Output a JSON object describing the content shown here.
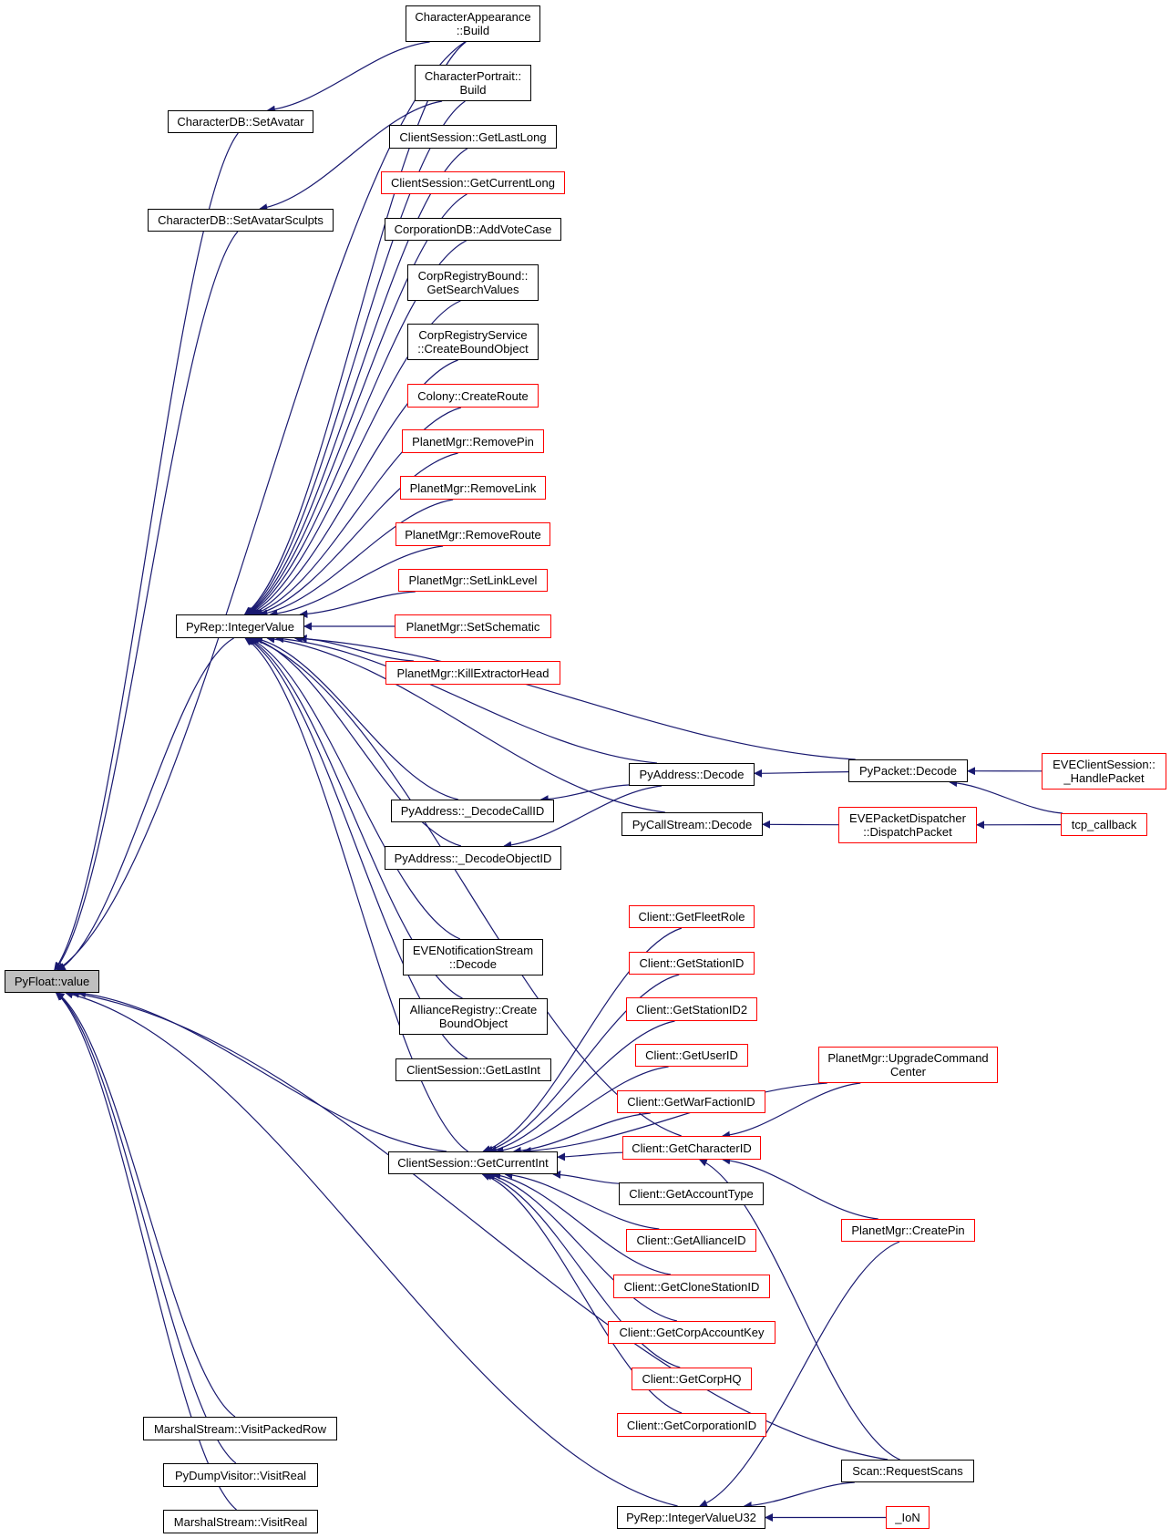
{
  "graph": {
    "title": "Caller graph: PyFloat::value",
    "colors": {
      "edge": "#191970",
      "node_border": "#000000",
      "node_border_partial": "#ff0000",
      "root_fill": "#bfbfbf"
    },
    "nodes": [
      {
        "id": "pyfloat_value",
        "label": "PyFloat::value",
        "style": "root"
      },
      {
        "id": "chardb_setavatar",
        "label": "CharacterDB::SetAvatar",
        "style": "black"
      },
      {
        "id": "chardb_setavatarsculpts",
        "label": "CharacterDB::SetAvatarSculpts",
        "style": "black"
      },
      {
        "id": "pyrep_integervalue",
        "label": "PyRep::IntegerValue",
        "style": "black"
      },
      {
        "id": "charappearance_build",
        "label": "CharacterAppearance\n::Build",
        "style": "black"
      },
      {
        "id": "charportrait_build",
        "label": "CharacterPortrait::\nBuild",
        "style": "black"
      },
      {
        "id": "cs_getlastlong",
        "label": "ClientSession::GetLastLong",
        "style": "black"
      },
      {
        "id": "cs_getcurrentlong",
        "label": "ClientSession::GetCurrentLong",
        "style": "red"
      },
      {
        "id": "corpdb_addvotecase",
        "label": "CorporationDB::AddVoteCase",
        "style": "black"
      },
      {
        "id": "corpregbound_getsearchvalues",
        "label": "CorpRegistryBound::\nGetSearchValues",
        "style": "black"
      },
      {
        "id": "corpregservice_createboundobject",
        "label": "CorpRegistryService\n::CreateBoundObject",
        "style": "black"
      },
      {
        "id": "colony_createroute",
        "label": "Colony::CreateRoute",
        "style": "red"
      },
      {
        "id": "pm_removepin",
        "label": "PlanetMgr::RemovePin",
        "style": "red"
      },
      {
        "id": "pm_removelink",
        "label": "PlanetMgr::RemoveLink",
        "style": "red"
      },
      {
        "id": "pm_removeroute",
        "label": "PlanetMgr::RemoveRoute",
        "style": "red"
      },
      {
        "id": "pm_setlinklevel",
        "label": "PlanetMgr::SetLinkLevel",
        "style": "red"
      },
      {
        "id": "pm_setschematic",
        "label": "PlanetMgr::SetSchematic",
        "style": "red"
      },
      {
        "id": "pm_killextractorhead",
        "label": "PlanetMgr::KillExtractorHead",
        "style": "red"
      },
      {
        "id": "pyaddress_decode",
        "label": "PyAddress::Decode",
        "style": "black"
      },
      {
        "id": "pyaddress_decodecallid",
        "label": "PyAddress::_DecodeCallID",
        "style": "black"
      },
      {
        "id": "pyaddress_decodeobjectid",
        "label": "PyAddress::_DecodeObjectID",
        "style": "black"
      },
      {
        "id": "pycallstream_decode",
        "label": "PyCallStream::Decode",
        "style": "black"
      },
      {
        "id": "pypacket_decode",
        "label": "PyPacket::Decode",
        "style": "black"
      },
      {
        "id": "eveclientsession_handlepacket",
        "label": "EVEClientSession::\n_HandlePacket",
        "style": "red"
      },
      {
        "id": "evepacketdispatcher_dispatchpacket",
        "label": "EVEPacketDispatcher\n::DispatchPacket",
        "style": "red"
      },
      {
        "id": "tcp_callback",
        "label": "tcp_callback",
        "style": "red"
      },
      {
        "id": "evenotificationstream_decode",
        "label": "EVENotificationStream\n::Decode",
        "style": "black"
      },
      {
        "id": "allianceregistry_createboundobject",
        "label": "AllianceRegistry::Create\nBoundObject",
        "style": "black"
      },
      {
        "id": "cs_getlastint",
        "label": "ClientSession::GetLastInt",
        "style": "black"
      },
      {
        "id": "cs_getcurrentint",
        "label": "ClientSession::GetCurrentInt",
        "style": "black"
      },
      {
        "id": "client_getfleetrole",
        "label": "Client::GetFleetRole",
        "style": "red"
      },
      {
        "id": "client_getstationid",
        "label": "Client::GetStationID",
        "style": "red"
      },
      {
        "id": "client_getstationid2",
        "label": "Client::GetStationID2",
        "style": "red"
      },
      {
        "id": "client_getuserid",
        "label": "Client::GetUserID",
        "style": "red"
      },
      {
        "id": "client_getwarfactionid",
        "label": "Client::GetWarFactionID",
        "style": "red"
      },
      {
        "id": "client_getcharacterid",
        "label": "Client::GetCharacterID",
        "style": "red"
      },
      {
        "id": "client_getaccounttype",
        "label": "Client::GetAccountType",
        "style": "black"
      },
      {
        "id": "client_getallianceid",
        "label": "Client::GetAllianceID",
        "style": "red"
      },
      {
        "id": "client_getclonestationid",
        "label": "Client::GetCloneStationID",
        "style": "red"
      },
      {
        "id": "client_getcorpaccountkey",
        "label": "Client::GetCorpAccountKey",
        "style": "red"
      },
      {
        "id": "client_getcorphq",
        "label": "Client::GetCorpHQ",
        "style": "red"
      },
      {
        "id": "client_getcorporationid",
        "label": "Client::GetCorporationID",
        "style": "red"
      },
      {
        "id": "pm_upgradecommandcenter",
        "label": "PlanetMgr::UpgradeCommand\nCenter",
        "style": "red"
      },
      {
        "id": "pm_createpin",
        "label": "PlanetMgr::CreatePin",
        "style": "red"
      },
      {
        "id": "scan_requestscans",
        "label": "Scan::RequestScans",
        "style": "black"
      },
      {
        "id": "pyrep_integervalueu32",
        "label": "PyRep::IntegerValueU32",
        "style": "black"
      },
      {
        "id": "ion",
        "label": "_IoN",
        "style": "red"
      },
      {
        "id": "marshalstream_visitpackedrow",
        "label": "MarshalStream::VisitPackedRow",
        "style": "black"
      },
      {
        "id": "pydumpvisitor_visitreal",
        "label": "PyDumpVisitor::VisitReal",
        "style": "black"
      },
      {
        "id": "marshalstream_visitreal",
        "label": "MarshalStream::VisitReal",
        "style": "black"
      }
    ],
    "edges": [
      {
        "from": "charappearance_build",
        "to": "pyfloat_value"
      },
      {
        "from": "chardb_setavatar",
        "to": "pyfloat_value"
      },
      {
        "from": "chardb_setavatarsculpts",
        "to": "pyfloat_value"
      },
      {
        "from": "pyrep_integervalue",
        "to": "pyfloat_value"
      },
      {
        "from": "cs_getcurrentint",
        "to": "pyfloat_value"
      },
      {
        "from": "scan_requestscans",
        "to": "pyfloat_value"
      },
      {
        "from": "pyrep_integervalueu32",
        "to": "pyfloat_value"
      },
      {
        "from": "marshalstream_visitpackedrow",
        "to": "pyfloat_value"
      },
      {
        "from": "pydumpvisitor_visitreal",
        "to": "pyfloat_value"
      },
      {
        "from": "marshalstream_visitreal",
        "to": "pyfloat_value"
      },
      {
        "from": "charappearance_build",
        "to": "chardb_setavatar"
      },
      {
        "from": "charportrait_build",
        "to": "chardb_setavatarsculpts"
      },
      {
        "from": "charappearance_build",
        "to": "pyrep_integervalue"
      },
      {
        "from": "charportrait_build",
        "to": "pyrep_integervalue"
      },
      {
        "from": "cs_getlastlong",
        "to": "pyrep_integervalue"
      },
      {
        "from": "cs_getcurrentlong",
        "to": "pyrep_integervalue"
      },
      {
        "from": "corpdb_addvotecase",
        "to": "pyrep_integervalue"
      },
      {
        "from": "corpregbound_getsearchvalues",
        "to": "pyrep_integervalue"
      },
      {
        "from": "corpregservice_createboundobject",
        "to": "pyrep_integervalue"
      },
      {
        "from": "colony_createroute",
        "to": "pyrep_integervalue"
      },
      {
        "from": "pm_removepin",
        "to": "pyrep_integervalue"
      },
      {
        "from": "pm_removelink",
        "to": "pyrep_integervalue"
      },
      {
        "from": "pm_removeroute",
        "to": "pyrep_integervalue"
      },
      {
        "from": "pm_setlinklevel",
        "to": "pyrep_integervalue"
      },
      {
        "from": "pm_setschematic",
        "to": "pyrep_integervalue"
      },
      {
        "from": "pm_killextractorhead",
        "to": "pyrep_integervalue"
      },
      {
        "from": "pypacket_decode",
        "to": "pyrep_integervalue"
      },
      {
        "from": "pyaddress_decode",
        "to": "pyrep_integervalue"
      },
      {
        "from": "pyaddress_decodecallid",
        "to": "pyrep_integervalue"
      },
      {
        "from": "pyaddress_decodeobjectid",
        "to": "pyrep_integervalue"
      },
      {
        "from": "pycallstream_decode",
        "to": "pyrep_integervalue"
      },
      {
        "from": "evenotificationstream_decode",
        "to": "pyrep_integervalue"
      },
      {
        "from": "allianceregistry_createboundobject",
        "to": "pyrep_integervalue"
      },
      {
        "from": "cs_getlastint",
        "to": "pyrep_integervalue"
      },
      {
        "from": "client_getcharacterid",
        "to": "pyrep_integervalue"
      },
      {
        "from": "cs_getcurrentint",
        "to": "pyrep_integervalue"
      },
      {
        "from": "pyaddress_decode",
        "to": "pyaddress_decodecallid"
      },
      {
        "from": "pyaddress_decode",
        "to": "pyaddress_decodeobjectid"
      },
      {
        "from": "pypacket_decode",
        "to": "pyaddress_decode"
      },
      {
        "from": "eveclientsession_handlepacket",
        "to": "pypacket_decode"
      },
      {
        "from": "tcp_callback",
        "to": "pypacket_decode"
      },
      {
        "from": "evepacketdispatcher_dispatchpacket",
        "to": "pycallstream_decode"
      },
      {
        "from": "tcp_callback",
        "to": "evepacketdispatcher_dispatchpacket"
      },
      {
        "from": "client_getfleetrole",
        "to": "cs_getcurrentint"
      },
      {
        "from": "client_getstationid",
        "to": "cs_getcurrentint"
      },
      {
        "from": "client_getstationid2",
        "to": "cs_getcurrentint"
      },
      {
        "from": "client_getuserid",
        "to": "cs_getcurrentint"
      },
      {
        "from": "client_getwarfactionid",
        "to": "cs_getcurrentint"
      },
      {
        "from": "client_getcharacterid",
        "to": "cs_getcurrentint"
      },
      {
        "from": "client_getaccounttype",
        "to": "cs_getcurrentint"
      },
      {
        "from": "client_getallianceid",
        "to": "cs_getcurrentint"
      },
      {
        "from": "client_getclonestationid",
        "to": "cs_getcurrentint"
      },
      {
        "from": "client_getcorpaccountkey",
        "to": "cs_getcurrentint"
      },
      {
        "from": "client_getcorphq",
        "to": "cs_getcurrentint"
      },
      {
        "from": "client_getcorporationid",
        "to": "cs_getcurrentint"
      },
      {
        "from": "pm_upgradecommandcenter",
        "to": "cs_getcurrentint"
      },
      {
        "from": "pm_upgradecommandcenter",
        "to": "client_getcharacterid"
      },
      {
        "from": "pm_createpin",
        "to": "client_getcharacterid"
      },
      {
        "from": "scan_requestscans",
        "to": "client_getcharacterid"
      },
      {
        "from": "pm_createpin",
        "to": "pyrep_integervalueu32"
      },
      {
        "from": "scan_requestscans",
        "to": "pyrep_integervalueu32"
      },
      {
        "from": "ion",
        "to": "pyrep_integervalueu32"
      }
    ]
  }
}
